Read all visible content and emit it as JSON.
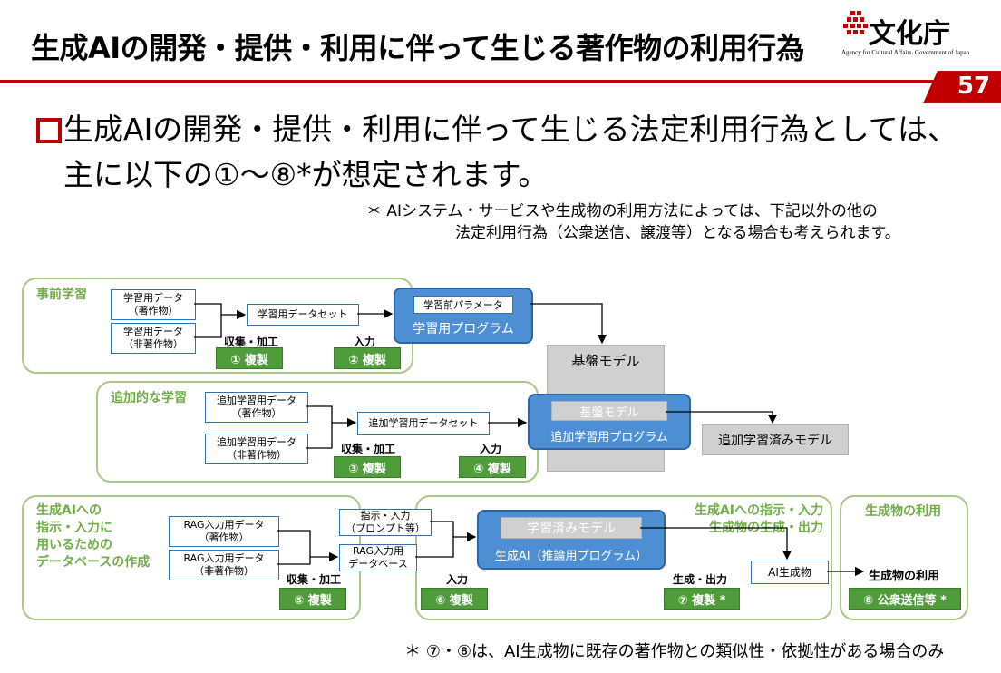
{
  "header": {
    "title": "生成AIの開発・提供・利用に伴って生じる著作物の利用行為",
    "logo_text": "文化庁",
    "logo_sub": "Agency for Cultural Affairs, Government of Japan",
    "page_number": "57"
  },
  "lead": {
    "line1": "生成AIの開発・提供・利用に伴って生じる法定利用行為としては、",
    "line2": "主に以下の①～⑧*が想定されます。"
  },
  "note_top": {
    "line1": "＊ AIシステム・サービスや生成物の利用方法によっては、下記以外の他の",
    "line2": "法定利用行為（公衆送信、譲渡等）となる場合も考えられます。"
  },
  "pretraining": {
    "label": "事前学習",
    "data1": "学習用データ\n（著作物）",
    "data2": "学習用データ\n（非著作物）",
    "dataset": "学習用データセット",
    "params": "学習前パラメータ",
    "program": "学習用プログラム",
    "step1": "収集・加工",
    "step2": "入力",
    "btn1": "① 複製",
    "btn2": "② 複製"
  },
  "base_model": {
    "label": "基盤モデル"
  },
  "additional": {
    "label": "追加的な学習",
    "data1": "追加学習用データ\n（著作物）",
    "data2": "追加学習用データ\n（非著作物）",
    "dataset": "追加学習用データセット",
    "inner": "基盤モデル",
    "program": "追加学習用プログラム",
    "result": "追加学習済みモデル",
    "step1": "収集・加工",
    "step2": "入力",
    "btn1": "③ 複製",
    "btn2": "④ 複製"
  },
  "rag": {
    "label": "生成AIへの\n指示・入力に\n用いるための\nデータベースの作成",
    "data1": "RAG入力用データ\n（著作物）",
    "data2": "RAG入力用データ\n（非著作物）",
    "step": "収集・加工",
    "btn": "⑤ 複製"
  },
  "inference": {
    "label": "生成AIへの指示・入力\n生成物の生成・出力",
    "prompt": "指示・入力\n（プロンプト等）",
    "ragdb": "RAG入力用\nデータベース",
    "model": "学習済みモデル",
    "program": "生成AI（推論用プログラム）",
    "output": "AI生成物",
    "step1": "入力",
    "step2": "生成・出力",
    "btn1": "⑥ 複製",
    "btn2": "⑦ 複製 *"
  },
  "use": {
    "label": "生成物の利用",
    "text": "生成物の利用",
    "btn": "⑧ 公衆送信等 *"
  },
  "note_bottom": "＊ ⑦・⑧は、AI生成物に既存の著作物との類似性・依拠性がある場合のみ",
  "colors": {
    "accent_red": "#c00000",
    "group_green": "#a9c986",
    "label_green": "#70ad47",
    "button_green": "#4e9c3a",
    "program_blue": "#4d8fd2",
    "gray": "#d0d0d0"
  }
}
